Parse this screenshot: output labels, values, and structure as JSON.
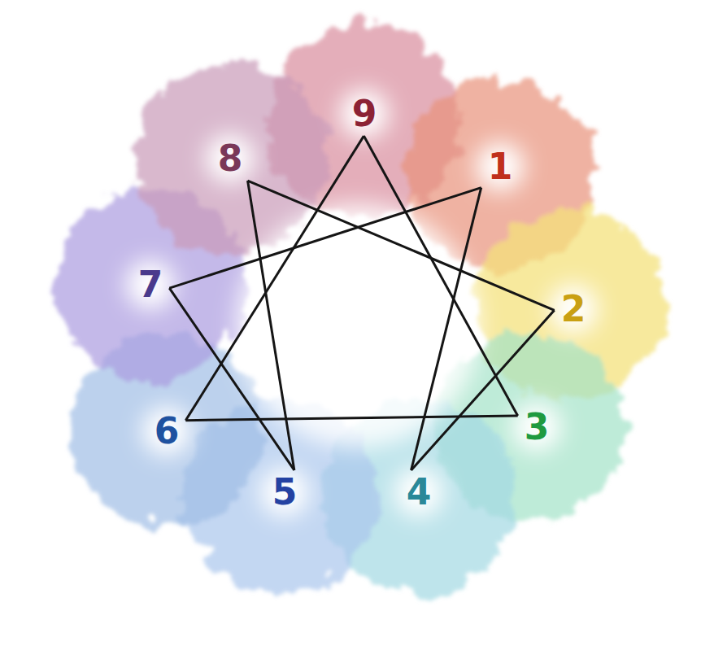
{
  "diagram": {
    "nodes": [
      {
        "text": [
          "1"
        ]
      },
      {
        "text": [
          "2"
        ]
      },
      {
        "text": [
          "3"
        ]
      },
      {
        "text": [
          "4"
        ]
      },
      {
        "text": [
          "5"
        ]
      },
      {
        "text": [
          "6"
        ]
      },
      {
        "text": [
          "7"
        ]
      },
      {
        "text": [
          "8"
        ]
      },
      {
        "text": [
          "9"
        ]
      }
    ],
    "edges": [
      {
        "from": 8,
        "to": 2,
        "arrow": "none"
      },
      {
        "from": 2,
        "to": 5,
        "arrow": "none"
      },
      {
        "from": 5,
        "to": 8,
        "arrow": "none"
      },
      {
        "from": 0,
        "to": 3,
        "arrow": "none"
      },
      {
        "from": 3,
        "to": 1,
        "arrow": "none"
      },
      {
        "from": 1,
        "to": 7,
        "arrow": "none"
      },
      {
        "from": 7,
        "to": 4,
        "arrow": "none"
      },
      {
        "from": 4,
        "to": 6,
        "arrow": "none"
      },
      {
        "from": 6,
        "to": 0,
        "arrow": "none"
      }
    ]
  }
}
